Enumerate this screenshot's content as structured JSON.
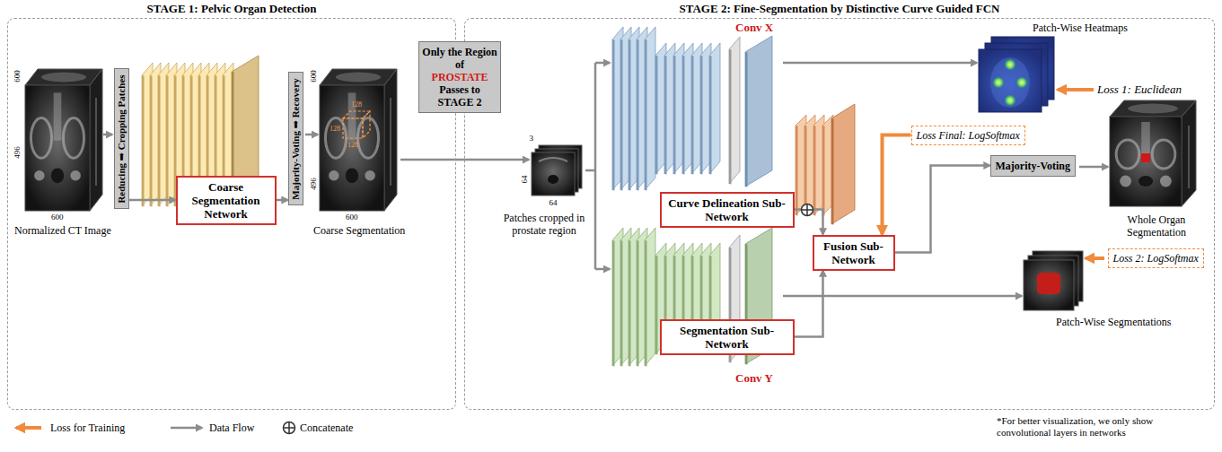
{
  "diagram": {
    "nodes": [
      {
        "text": [
          "STAGE 1: Pelvic Organ Detection"
        ]
      },
      {
        "text": [
          "STAGE 2: Fine-Segmentation by Distinctive Curve Guided FCN"
        ]
      },
      {
        "text": [
          "Reducing ➡ Cropping Patches"
        ],
        "in": 0
      },
      {
        "text": [
          "Coarse Segmentation Network"
        ],
        "in": 0
      },
      {
        "text": [
          "Majority-Voting ➡ Recovery"
        ],
        "in": 0
      },
      {
        "text": [
          "Only the Region of",
          "PROSTATE",
          "Passes to STAGE 2"
        ]
      },
      {
        "text": [
          "Curve Delineation Sub-Network"
        ],
        "in": 1
      },
      {
        "text": [
          "Fusion Sub-Network"
        ],
        "in": 1
      },
      {
        "text": [
          "Majority-Voting"
        ],
        "in": 1
      },
      {
        "text": [
          "Segmentation Sub-Network"
        ],
        "in": 1
      },
      {
        "text": [
          "Loss Final: LogSoftmax"
        ],
        "in": 1
      },
      {
        "text": [
          "Loss 2: LogSoftmax"
        ],
        "in": 1
      }
    ],
    "edges": [
      {
        "from": 2,
        "to": 3,
        "arrow": "to"
      },
      {
        "from": 3,
        "to": 4,
        "arrow": "to"
      },
      {
        "from": 6,
        "to": 7,
        "arrow": "to"
      },
      {
        "from": 9,
        "to": 7,
        "arrow": "to"
      },
      {
        "from": 7,
        "to": 8,
        "arrow": "to"
      },
      {
        "from": 10,
        "to": 7,
        "arrow": "to"
      }
    ],
    "labels": [
      "Normalized CT Image",
      "600",
      "496",
      "600",
      "Coarse Segmentation",
      "600",
      "496",
      "600",
      "128",
      "128",
      "128",
      "Patches cropped in prostate region",
      "3",
      "64",
      "64",
      "Conv X",
      "Conv Y",
      "Patch-Wise Heatmaps",
      "Loss 1: Euclidean",
      "Whole Organ Segmentation",
      "Patch-Wise Segmentations",
      "*For better visualization, we only show convolutional layers in networks"
    ],
    "legend": [
      {
        "text": "Loss for Training"
      },
      {
        "text": "Data Flow"
      },
      {
        "text": "Concatenate"
      }
    ]
  }
}
